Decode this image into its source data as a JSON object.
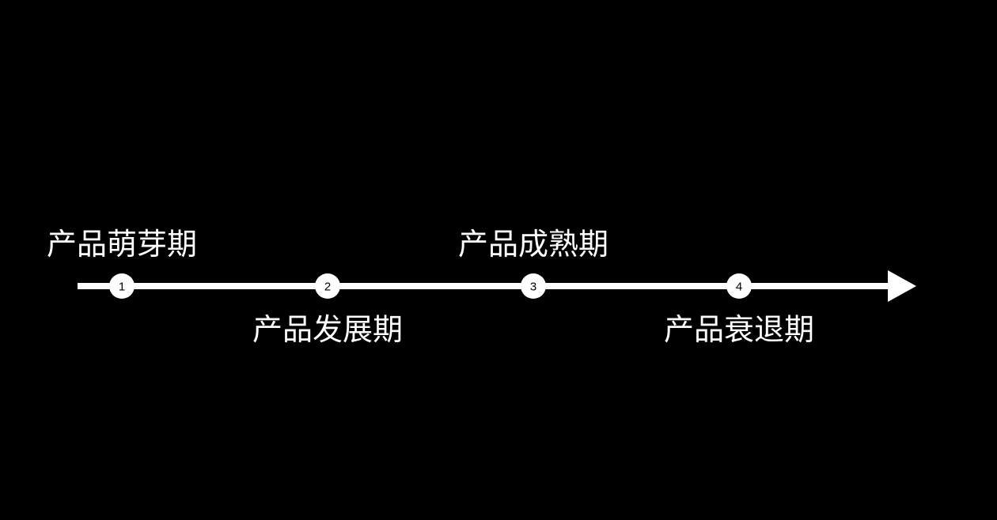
{
  "stages": [
    {
      "number": "1",
      "label": "产品萌芽期"
    },
    {
      "number": "2",
      "label": "产品发展期"
    },
    {
      "number": "3",
      "label": "产品成熟期"
    },
    {
      "number": "4",
      "label": "产品衰退期"
    }
  ],
  "colors": {
    "background": "#000000",
    "line": "#ffffff",
    "text": "#ffffff",
    "marker_number": "#000000"
  }
}
